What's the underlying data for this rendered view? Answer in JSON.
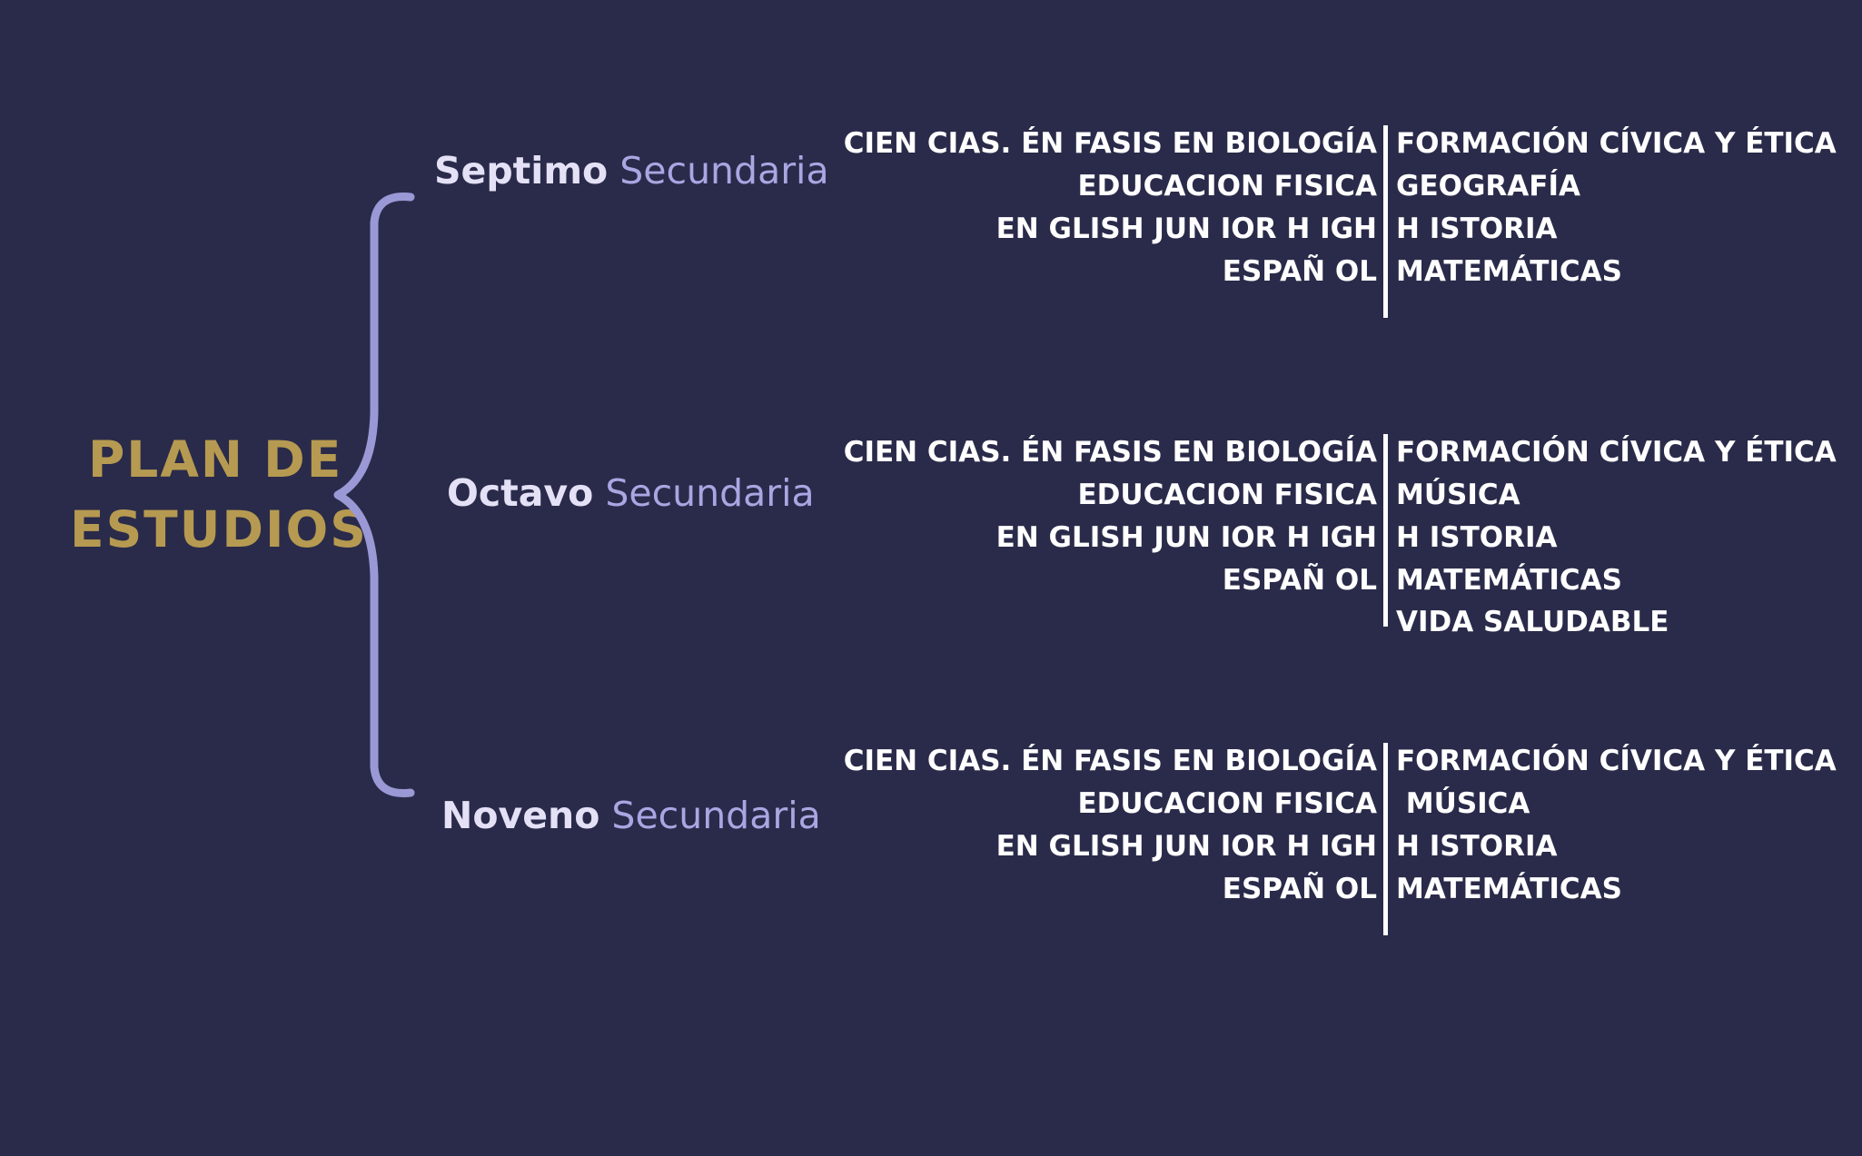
{
  "title": {
    "line1": "PLAN DE",
    "line2": "ESTUDIOS"
  },
  "colors": {
    "background": "#2a2b4a",
    "title": "#b69a51",
    "brace": "#9b98d6",
    "grade_name": "#e4e1f7",
    "grade_level": "#a9a6e2",
    "subjects": "#ffffff"
  },
  "grades": [
    {
      "name": "Septimo",
      "level": "Secundaria",
      "left_subjects": [
        "CIEN CIAS. ÉN FASIS EN  BIOLOGÍA",
        "EDUCACION  FISICA",
        "EN GLISH  JUN IOR H IGH",
        "ESPAÑ OL"
      ],
      "right_subjects": [
        "FORMACIÓN  CÍVICA Y ÉTICA",
        "GEOGRAFÍA",
        "H ISTORIA",
        "MATEMÁTICAS"
      ]
    },
    {
      "name": "Octavo",
      "level": "Secundaria",
      "left_subjects": [
        "CIEN CIAS. ÉN FASIS EN  BIOLOGÍA",
        "EDUCACION  FISICA",
        "EN GLISH  JUN IOR H IGH",
        "ESPAÑ OL"
      ],
      "right_subjects": [
        "FORMACIÓN  CÍVICA Y ÉTICA",
        "MÚSICA",
        "H ISTORIA",
        "MATEMÁTICAS",
        "VIDA SALUDABLE"
      ]
    },
    {
      "name": "Noveno",
      "level": "Secundaria",
      "left_subjects": [
        "CIEN CIAS. ÉN FASIS EN  BIOLOGÍA",
        "EDUCACION  FISICA",
        "EN GLISH  JUN IOR H IGH",
        "ESPAÑ OL"
      ],
      "right_subjects": [
        "FORMACIÓN  CÍVICA Y ÉTICA",
        " MÚSICA",
        "H ISTORIA",
        "MATEMÁTICAS"
      ]
    }
  ]
}
